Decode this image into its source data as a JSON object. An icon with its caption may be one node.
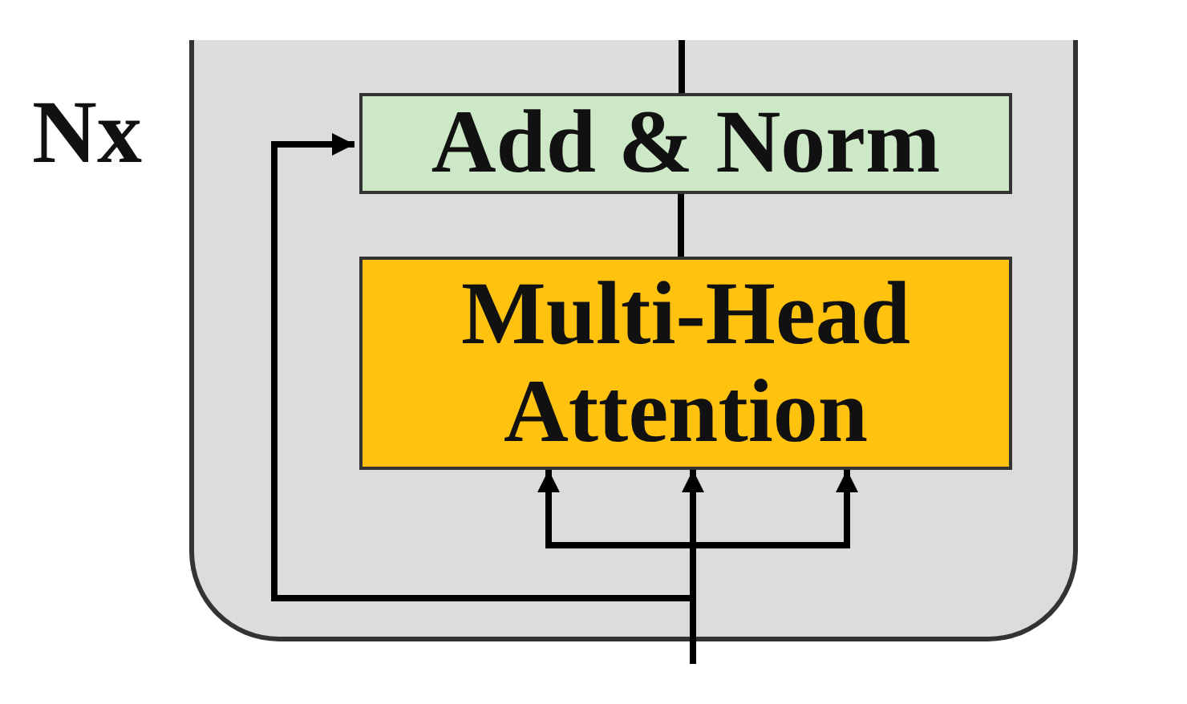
{
  "diagram": {
    "nodes": [
      {
        "text": [
          "Nx"
        ]
      },
      {
        "text": [
          "Add & Norm"
        ],
        "in": 0
      },
      {
        "text": [
          "Multi-Head Attention"
        ],
        "in": 0
      }
    ],
    "edges": [
      {
        "from": null,
        "to": 2,
        "arrow": "to"
      },
      {
        "from": null,
        "to": 2,
        "arrow": "to"
      },
      {
        "from": null,
        "to": 2,
        "arrow": "to"
      },
      {
        "from": null,
        "to": 1,
        "arrow": "to"
      },
      {
        "from": 2,
        "to": 1,
        "arrow": "none"
      },
      {
        "from": 1,
        "to": null,
        "arrow": "none"
      }
    ]
  }
}
